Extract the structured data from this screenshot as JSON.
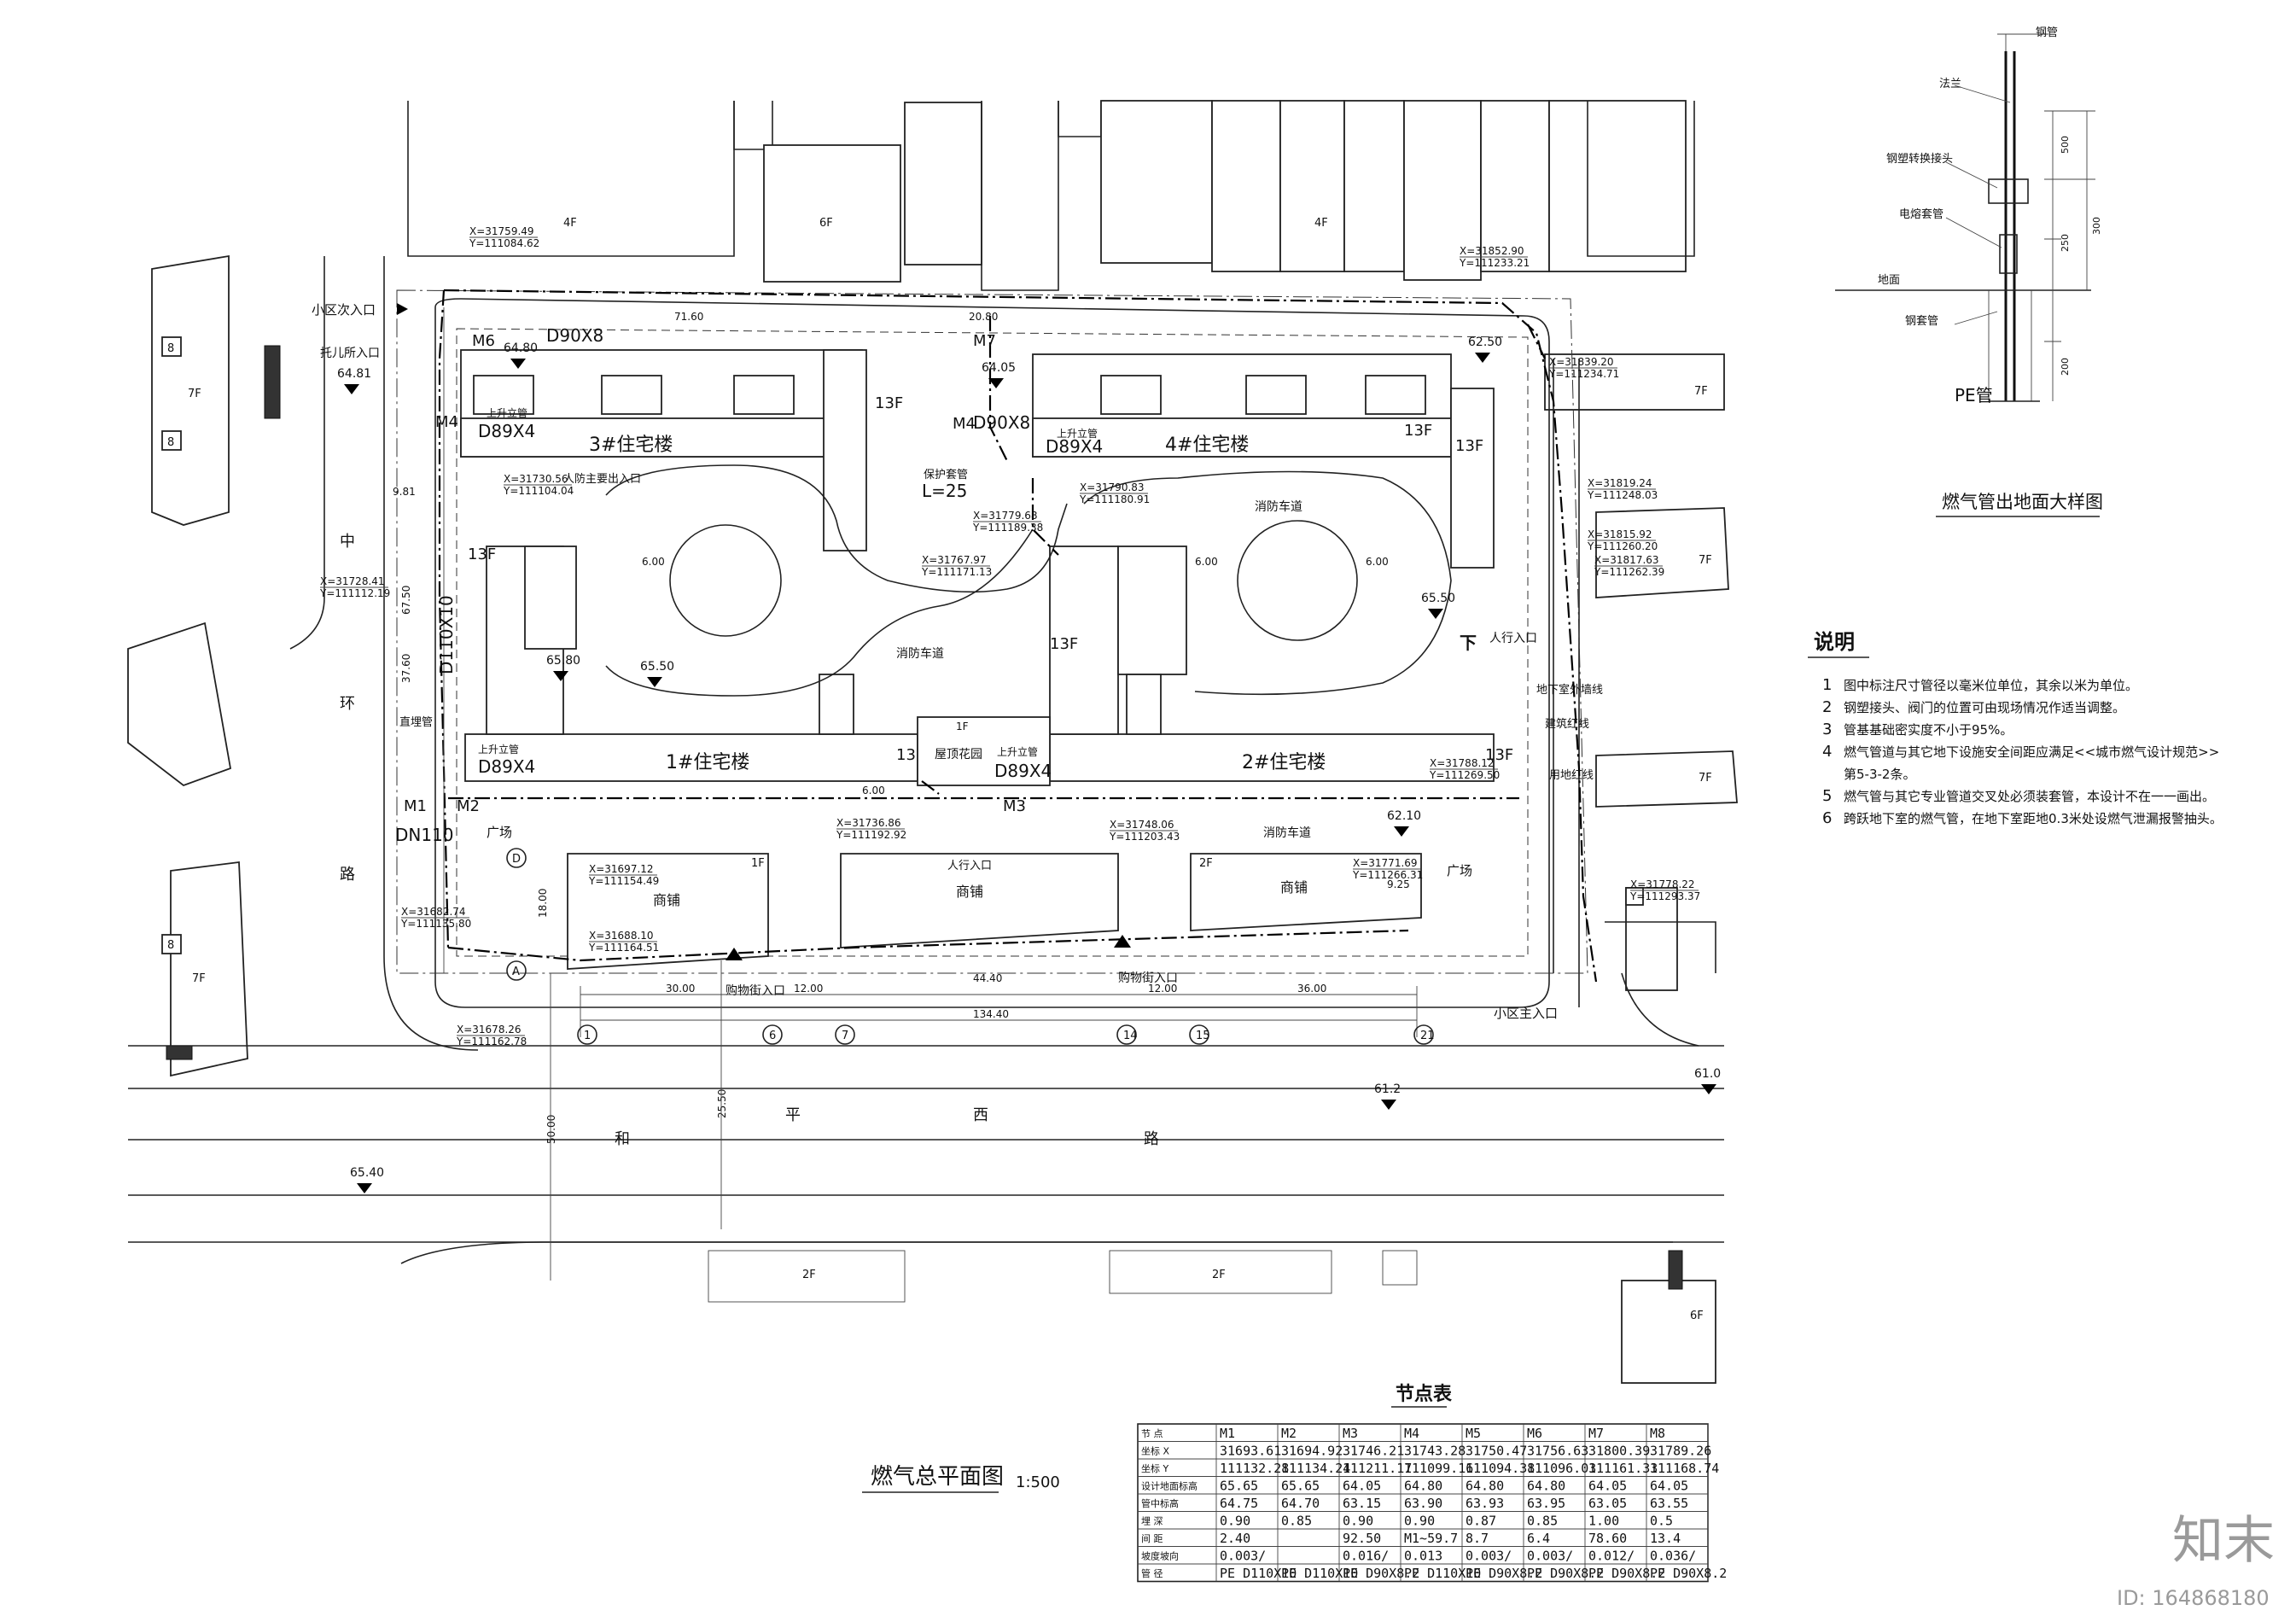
{
  "plan": {
    "title": "燃气总平面图",
    "scale": "1:500",
    "buildings": {
      "b1": "1#住宅楼",
      "b2": "2#住宅楼",
      "b3": "3#住宅楼",
      "b4": "4#住宅楼",
      "shop": "商铺",
      "floors_13": "13F",
      "floors_1": "1F",
      "floors_2": "2F",
      "floors_7": "7F",
      "floors_4": "4F",
      "floors_6": "6F",
      "num_8": "8"
    },
    "roads": {
      "zhonghuan": [
        "中",
        "环",
        "路"
      ],
      "heping": [
        "和",
        "平",
        "西",
        "路"
      ]
    },
    "labels": {
      "minor_entrance": "小区次入口",
      "main_entrance": "小区主入口",
      "kinder_entrance": "托儿所入口",
      "civil_defense": "人防主要出入口",
      "fire_lane": "消防车道",
      "roof_garden": "屋顶花园",
      "square": "广场",
      "pedestrian": "人行入口",
      "shop_entrance": "购物街入口",
      "basement_line": "地下室外墙线",
      "build_red_line": "建筑红线",
      "land_red_line": "用地红线",
      "riser": "上升立管",
      "buried": "直埋管",
      "casing": "保护套管",
      "pipe_dn110": "DN110",
      "pipe_d110": "D110X10",
      "pipe_d89a": "D89X4",
      "pipe_d89b": "D89X4",
      "pipe_d89c": "D89X4",
      "pipe_d89d": "D89X4",
      "pipe_d90a": "D90X8",
      "pipe_d90b": "D90X8",
      "slope": "L=25",
      "m1": "M1",
      "m2": "M2",
      "m3": "M3",
      "m4": "M4",
      "m6": "M6",
      "m7": "M7"
    },
    "coords": [
      {
        "x": "X=31759.49",
        "y": "Y=111084.62"
      },
      {
        "x": "X=31852.90",
        "y": "Y=111233.21"
      },
      {
        "x": "X=31839.20",
        "y": "Y=111234.71"
      },
      {
        "x": "X=31819.24",
        "y": "Y=111248.03"
      },
      {
        "x": "X=31815.92",
        "y": "Y=111260.20"
      },
      {
        "x": "X=31817.63",
        "y": "Y=111262.39"
      },
      {
        "x": "X=31790.83",
        "y": "Y=111180.91"
      },
      {
        "x": "X=31779.68",
        "y": "Y=111189.38"
      },
      {
        "x": "X=31767.97",
        "y": "Y=111171.13"
      },
      {
        "x": "X=31728.41",
        "y": "Y=111112.19"
      },
      {
        "x": "X=31730.56",
        "y": "Y=111104.04"
      },
      {
        "x": "X=31788.12",
        "y": "Y=111269.50"
      },
      {
        "x": "X=31748.06",
        "y": "Y=111203.43"
      },
      {
        "x": "X=31736.86",
        "y": "Y=111192.92"
      },
      {
        "x": "X=31697.12",
        "y": "Y=111154.49"
      },
      {
        "x": "X=31771.69",
        "y": "Y=111266.31"
      },
      {
        "x": "X=31682.74",
        "y": "Y=111135.80"
      },
      {
        "x": "X=31688.10",
        "y": "Y=111164.51"
      },
      {
        "x": "X=31678.26",
        "y": "Y=111162.78"
      },
      {
        "x": "X=31778.22",
        "y": "Y=111293.37"
      }
    ],
    "elevations": [
      "64.81",
      "64.80",
      "62.50",
      "64.05",
      "65.50",
      "65.80",
      "65.50",
      "62.10",
      "61.2",
      "61.0",
      "65.40"
    ],
    "dims": {
      "d71_60": "71.60",
      "d20_80": "20.80",
      "d134_40": "134.40",
      "d44_40": "44.40",
      "d30": "30.00",
      "d12a": "12.00",
      "d12b": "12.00",
      "d36": "36.00",
      "d6a": "6.00",
      "d6b": "6.00",
      "d6c": "6.00",
      "d6d": "6.00",
      "d9_81": "9.81",
      "d37_60": "37.60",
      "d67_50": "67.50",
      "d50": "50.00",
      "d25_50": "25.50",
      "d9_25": "9.25",
      "d18": "18.00"
    },
    "axes": [
      "1",
      "6",
      "7",
      "14",
      "15",
      "21"
    ],
    "axis_letters": [
      "A",
      "D"
    ]
  },
  "detail": {
    "title": "燃气管出地面大样图",
    "labels": [
      "钢管",
      "法兰",
      "钢塑转换接头",
      "电熔套管",
      "地面",
      "钢套管",
      "PE管"
    ],
    "dims": [
      "500",
      "300",
      "250",
      "200"
    ]
  },
  "notes": {
    "heading": "说明",
    "items": [
      {
        "num": "1",
        "text": "图中标注尺寸管径以毫米位单位，其余以米为单位。"
      },
      {
        "num": "2",
        "text": "钢塑接头、阀门的位置可由现场情况作适当调整。"
      },
      {
        "num": "3",
        "text": "管基基础密实度不小于95%。"
      },
      {
        "num": "4",
        "text": "燃气管道与其它地下设施安全间距应满足<<城市燃气设计规范>>"
      },
      {
        "num": "",
        "text": "第5-3-2条。"
      },
      {
        "num": "5",
        "text": "燃气管与其它专业管道交叉处必须装套管，本设计不在一一画出。"
      },
      {
        "num": "6",
        "text": "跨跃地下室的燃气管，在地下室距地0.3米处设燃气泄漏报警抽头。"
      }
    ]
  },
  "node_table": {
    "title": "节点表",
    "header": [
      "节  点",
      "M1",
      "M2",
      "M3",
      "M4",
      "M5",
      "M6",
      "M7",
      "M8"
    ],
    "rows": [
      {
        "label": "坐标 X",
        "cells": [
          "31693.61",
          "31694.92",
          "31746.21",
          "31743.28",
          "31750.47",
          "31756.63",
          "31800.39",
          "31789.26"
        ]
      },
      {
        "label": "坐标 Y",
        "cells": [
          "111132.28",
          "111134.24",
          "111211.17",
          "111099.16",
          "111094.38",
          "111096.03",
          "111161.33",
          "111168.74"
        ]
      },
      {
        "label": "设计地面标高",
        "cells": [
          "65.65",
          "65.65",
          "64.05",
          "64.80",
          "64.80",
          "64.80",
          "64.05",
          "64.05"
        ]
      },
      {
        "label": "管中标高",
        "cells": [
          "64.75",
          "64.70",
          "63.15",
          "63.90",
          "63.93",
          "63.95",
          "63.05",
          "63.55"
        ]
      },
      {
        "label": "埋  深",
        "cells": [
          "0.90",
          "0.85",
          "0.90",
          "0.90",
          "0.87",
          "0.85",
          "1.00",
          "0.5"
        ]
      },
      {
        "label": "间  距",
        "cells": [
          "2.40",
          "",
          "92.50",
          "M1~59.7",
          "8.7",
          "6.4",
          "78.60",
          "13.4"
        ]
      },
      {
        "label": "坡度坡向",
        "cells": [
          "0.003/",
          "",
          "0.016/",
          "0.013",
          "0.003/",
          "0.003/",
          "0.012/",
          "0.036/"
        ]
      },
      {
        "label": "管  径",
        "cells": [
          "PE D110X10",
          "PE D110X10",
          "PE D90X8.2",
          "PE D110X10",
          "PE D90X8.2",
          "PE D90X8.2",
          "PE D90X8.2",
          "PE D90X8.2"
        ]
      }
    ]
  },
  "watermark": {
    "logo": "知末",
    "id": "ID: 164868180"
  }
}
